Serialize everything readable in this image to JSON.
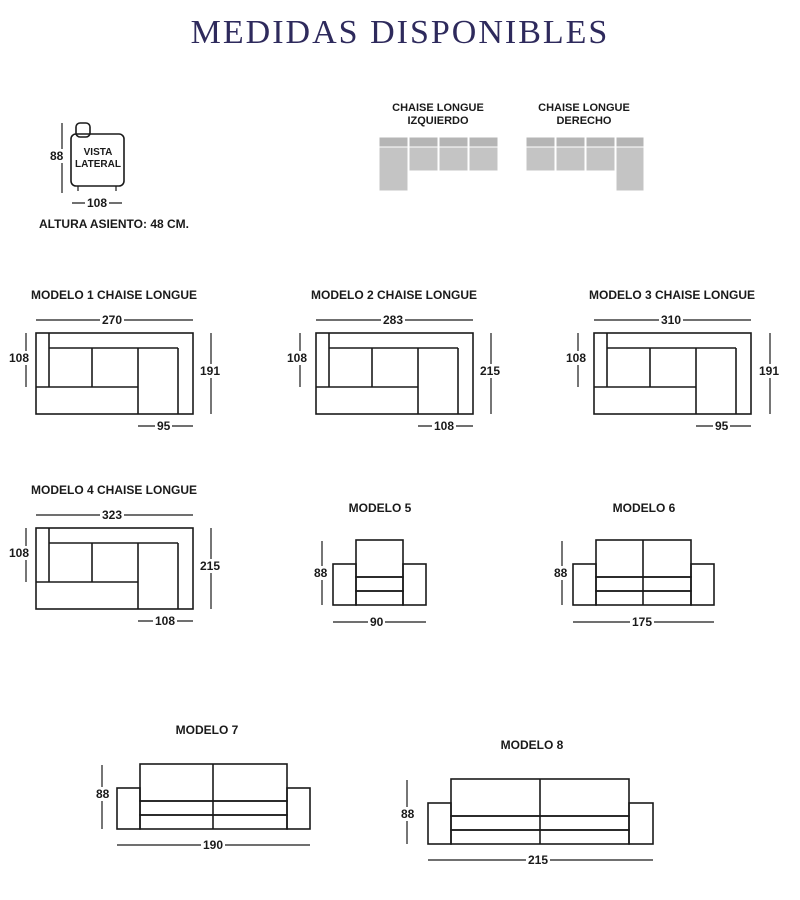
{
  "title": "MEDIDAS DISPONIBLES",
  "side_view": {
    "label_line1": "VISTA",
    "label_line2": "LATERAL",
    "height": "88",
    "depth": "108",
    "seat_height_note": "ALTURA ASIENTO: 48 CM."
  },
  "chaise_options": {
    "left_line1": "CHAISE LONGUE",
    "left_line2": "IZQUIERDO",
    "right_line1": "CHAISE LONGUE",
    "right_line2": "DERECHO"
  },
  "models": [
    {
      "name": "MODELO 1 CHAISE LONGUE",
      "width": "270",
      "depth": "108",
      "chaise_length": "191",
      "chaise_width": "95"
    },
    {
      "name": "MODELO 2 CHAISE LONGUE",
      "width": "283",
      "depth": "108",
      "chaise_length": "215",
      "chaise_width": "108"
    },
    {
      "name": "MODELO 3 CHAISE LONGUE",
      "width": "310",
      "depth": "108",
      "chaise_length": "191",
      "chaise_width": "95"
    },
    {
      "name": "MODELO 4 CHAISE LONGUE",
      "width": "323",
      "depth": "108",
      "chaise_length": "215",
      "chaise_width": "108"
    },
    {
      "name": "MODELO 5",
      "height": "88",
      "width": "90"
    },
    {
      "name": "MODELO 6",
      "height": "88",
      "width": "175"
    },
    {
      "name": "MODELO 7",
      "height": "88",
      "width": "190"
    },
    {
      "name": "MODELO 8",
      "height": "88",
      "width": "215"
    }
  ],
  "colors": {
    "title": "#2e2a5c",
    "line": "#1a1a1a",
    "chaise_gray": "#c4c4c4"
  }
}
